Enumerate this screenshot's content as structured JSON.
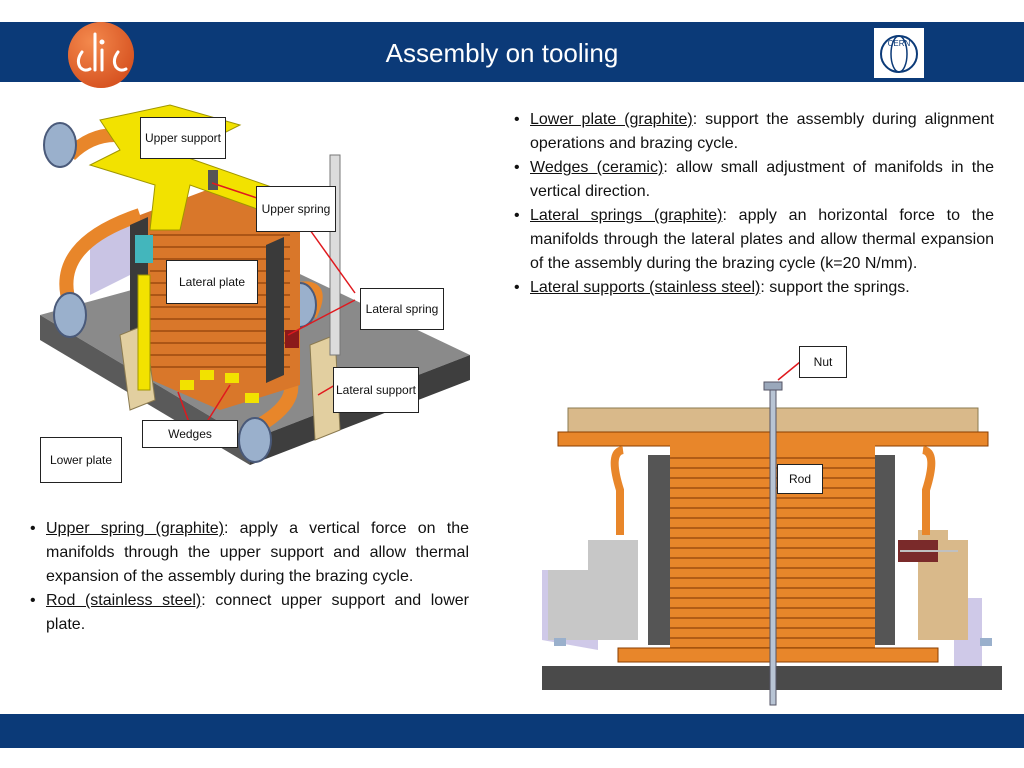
{
  "slide": {
    "title": "Assembly on tooling"
  },
  "logos": {
    "left": "clic",
    "right": "CERN"
  },
  "colors": {
    "header": "#0b3a78",
    "copper": "#e8862a",
    "yellow": "#f2e200",
    "graphite": "#4a4a4a"
  },
  "left_figure": {
    "labels": {
      "upper_support": "Upper support",
      "upper_spring": "Upper spring",
      "lateral_plate": "Lateral plate",
      "lateral_spring": "Lateral spring",
      "lateral_support": "Lateral support",
      "wedges": "Wedges",
      "lower_plate": "Lower plate"
    }
  },
  "right_figure": {
    "labels": {
      "nut": "Nut",
      "rod": "Rod"
    }
  },
  "right_bullets": [
    {
      "term": "Lower plate (graphite)",
      "text": ": support the assembly during alignment operations and brazing cycle."
    },
    {
      "term": "Wedges (ceramic)",
      "text": ": allow small adjustment of manifolds in the vertical direction."
    },
    {
      "term": "Lateral springs (graphite)",
      "text": ": apply an horizontal force to the manifolds through the lateral plates and allow thermal expansion of the assembly during the brazing cycle (k=20 N/mm)."
    },
    {
      "term": "Lateral supports (stainless steel)",
      "text": ": support the springs."
    }
  ],
  "left_bullets": [
    {
      "term": "Upper spring (graphite)",
      "text": ": apply a vertical force on the manifolds through the upper support and allow thermal expansion of the assembly during the brazing cycle."
    },
    {
      "term": "Rod (stainless steel)",
      "text": ": connect upper support and lower plate."
    }
  ]
}
